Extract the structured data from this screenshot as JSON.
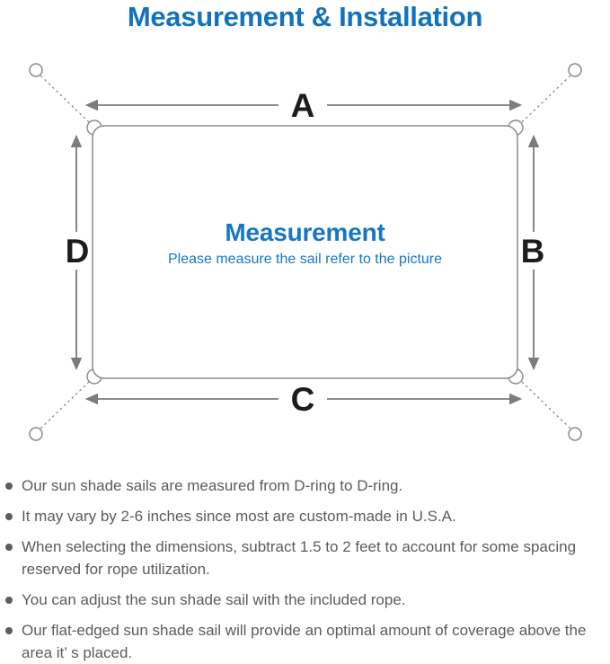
{
  "title": "Measurement & Installation",
  "diagram": {
    "labels": {
      "top": "A",
      "right": "B",
      "bottom": "C",
      "left": "D"
    },
    "center_title": "Measurement",
    "center_subtitle": "Please measure the sail refer to the picture"
  },
  "notes": [
    "Our sun shade sails are measured from D-ring to D-ring.",
    "It may vary by 2-6 inches since most are custom-made in U.S.A.",
    "When selecting the dimensions, subtract 1.5 to 2 feet to account for some spacing reserved for rope utilization.",
    "You can adjust the sun shade sail with the included rope.",
    "Our flat-edged sun shade sail will provide an optimal amount of coverage above the area it’ s placed."
  ],
  "colors": {
    "title_blue": "#1273bc",
    "center_blue": "#1777c2",
    "outline_gray": "#8a8a8a",
    "arrow_gray": "#7c7c7c",
    "label_black": "#1c1c1c",
    "body_text_gray": "#5c5c5c"
  }
}
